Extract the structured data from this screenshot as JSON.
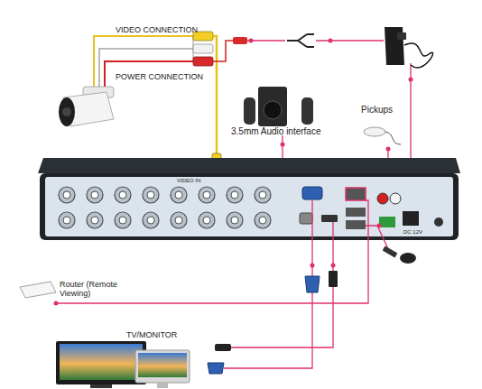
{
  "diagram": {
    "labels": [
      "VIDEO CONNECTION",
      "POWER CONNECTION",
      "3.5mm Audio interface",
      "Pickups",
      "Router (Remote Viewing)",
      "TV/MONITOR",
      "VIDEO IN",
      "DC 12V"
    ]
  }
}
